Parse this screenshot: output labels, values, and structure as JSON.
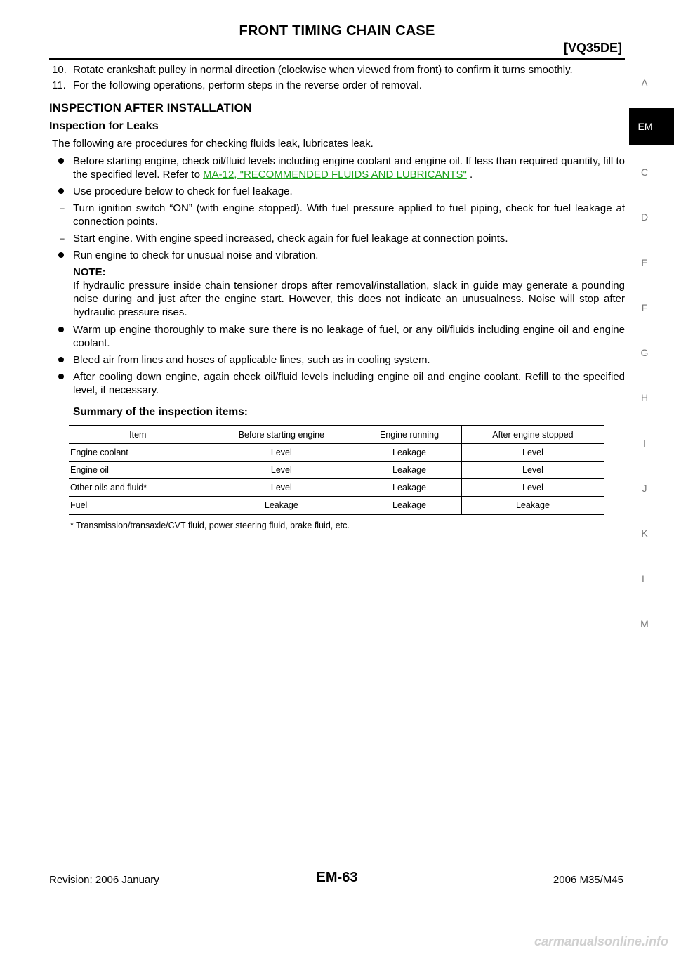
{
  "header": {
    "title": "FRONT TIMING CHAIN CASE",
    "code": "[VQ35DE]"
  },
  "steps": [
    {
      "num": "10.",
      "text": "Rotate crankshaft pulley in normal direction (clockwise when viewed from front) to confirm it turns smoothly."
    },
    {
      "num": "11.",
      "text": "For the following operations, perform steps in the reverse order of removal."
    }
  ],
  "section": {
    "title": "INSPECTION AFTER INSTALLATION",
    "subtitle": "Inspection for Leaks",
    "intro": "The following are procedures for checking fluids leak, lubricates leak."
  },
  "bullets": {
    "b1_text": "Before starting engine, check oil/fluid levels including engine coolant and engine oil. If less than required quantity, fill to the specified level. Refer to ",
    "b1_link": "MA-12, \"RECOMMENDED FLUIDS AND LUBRICANTS\"",
    "b1_tail": " .",
    "b2": "Use procedure below to check for fuel leakage.",
    "d1": "Turn ignition switch “ON” (with engine stopped). With fuel pressure applied to fuel piping, check for fuel leakage at connection points.",
    "d2": "Start engine. With engine speed increased, check again for fuel leakage at connection points.",
    "b3": "Run engine to check for unusual noise and vibration.",
    "note_label": "NOTE:",
    "note_text": "If hydraulic pressure inside chain tensioner drops after removal/installation, slack in guide may generate a pounding noise during and just after the engine start. However, this does not indicate an unusualness. Noise will stop after hydraulic pressure rises.",
    "b4": "Warm up engine thoroughly to make sure there is no leakage of fuel, or any oil/fluids including engine oil and engine coolant.",
    "b5": "Bleed air from lines and hoses of applicable lines, such as in cooling system.",
    "b6": "After cooling down engine, again check oil/fluid levels including engine oil and engine coolant. Refill to the specified level, if necessary."
  },
  "summary": {
    "title": "Summary of the inspection items:",
    "headers": [
      "Item",
      "Before starting engine",
      "Engine running",
      "After engine stopped"
    ],
    "rows": [
      [
        "Engine coolant",
        "Level",
        "Leakage",
        "Level"
      ],
      [
        "Engine oil",
        "Level",
        "Leakage",
        "Level"
      ],
      [
        "Other oils and fluid*",
        "Level",
        "Leakage",
        "Level"
      ],
      [
        "Fuel",
        "Leakage",
        "Leakage",
        "Leakage"
      ]
    ],
    "footnote": "* Transmission/transaxle/CVT fluid, power steering fluid, brake fluid, etc."
  },
  "side_index": {
    "letters": [
      "A",
      "C",
      "D",
      "E",
      "F",
      "G",
      "H",
      "I",
      "J",
      "K",
      "L",
      "M"
    ],
    "active": "EM"
  },
  "footer": {
    "revision": "Revision: 2006 January",
    "page": "EM-63",
    "model": "2006 M35/M45"
  },
  "watermark": "carmanualsonline.info",
  "colors": {
    "link": "#1aa01a"
  }
}
